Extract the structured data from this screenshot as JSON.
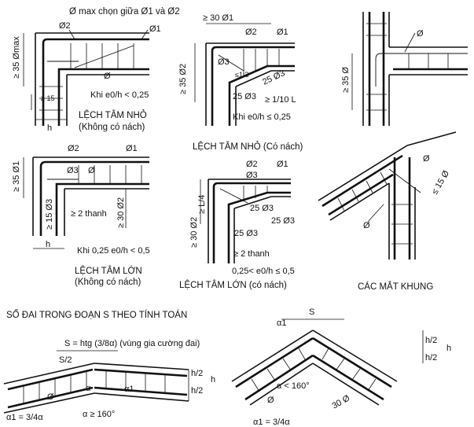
{
  "top_note": "Ø max chọn giữa Ø1 và Ø2",
  "labels": {
    "phi": "Ø",
    "phi1": "Ø1",
    "phi2": "Ø2",
    "phi3": "Ø3",
    "ge35phimax": "≥ 35 Ømax",
    "ge15": "≥ 15",
    "h": "h",
    "ge30phi1": "≥ 30 Ø1",
    "ge35phi2": "≥ 35 Ø2",
    "le13": "≤1:3",
    "p25phi3": "25 Ø3",
    "ge110L": "≥ 1/10 L",
    "ge35phi": "≥ 35 Ø",
    "ge35phi1": "≥ 35 Ø1",
    "ge15phi3": "≥ 15 Ø3",
    "ge2thanh": "≥ 2 thanh",
    "ge30phi2": "≥ 30 Ø2",
    "geL4": "≥ L/4",
    "le15phi": "≤ 15 Ø",
    "s": "S",
    "s2": "S/2",
    "h2": "h/2",
    "alpha": "α",
    "alpha1": "α1",
    "p30phi": "30 Ø"
  },
  "conditions": {
    "c1": "Khi e0/h < 0,25",
    "c2": "Khi e0/h ≤ 0,25",
    "c3": "Khi 0,25 e0/h < 0,5",
    "c4": "0,25< e0/h ≤ 0,5",
    "c_alpha_ge": "α ≥ 160°",
    "c_alpha_lt": "α < 160°",
    "c_alpha1": "α1 = 3/4α"
  },
  "captions": {
    "cap1": "LỆCH TÂM NHỎ",
    "cap1b": "(Không có nách)",
    "cap2": "LỆCH TÂM NHỎ (Có nách)",
    "cap3": "LỆCH TÂM LỚN",
    "cap3b": "(Không có nách)",
    "cap4": "LỆCH TÂM LỚN (có nách)",
    "cap5": "CÁC MẮT KHUNG",
    "section": "SỐ ĐAI TRONG ĐOẠN S THEO TÍNH TOÁN",
    "formula": "S = htg (3/8α) (vùng gia cường đai)"
  }
}
